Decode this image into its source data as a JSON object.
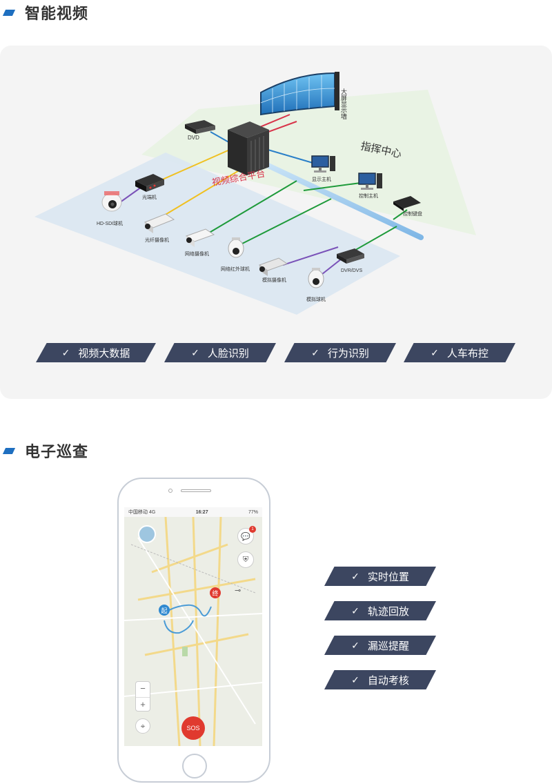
{
  "sections": {
    "video_title": "智能视频",
    "patrol_title": "电子巡查"
  },
  "diagram": {
    "zone_command": "指挥中心",
    "platform": "视频综合平台",
    "devices": {
      "video_wall": "大屏显示墙",
      "dvd": "DVD",
      "display_host": "显示主机",
      "control_host": "控制主机",
      "control_keyboard": "控制键盘",
      "optical_terminal": "光端机",
      "hd_sdi_dome": "HD-SDI球机",
      "fiber_camera": "光纤摄像机",
      "network_camera": "网络摄像机",
      "network_ir_dome": "网络红外球机",
      "analog_camera": "模拟摄像机",
      "analog_dome": "模拟球机",
      "dvr_dvs": "DVR/DVS"
    }
  },
  "video_tags": [
    "视频大数据",
    "人脸识别",
    "行为识别",
    "人车布控"
  ],
  "patrol_tags": [
    "实时位置",
    "轨迹回放",
    "漏巡提醒",
    "自动考核"
  ],
  "phone": {
    "carrier": "中国移动",
    "network": "4G",
    "time": "16:27",
    "battery": "77%",
    "start_label": "起",
    "end_label": "终",
    "sos_label": "SOS",
    "zoom_in": "+",
    "zoom_out": "−",
    "badge_count": "1"
  },
  "colors": {
    "accent": "#1e6fc0",
    "tag_bg": "#3c4660",
    "line_yellow": "#f0c020",
    "line_green": "#1e9a3a",
    "line_purple": "#7a52b8",
    "line_red": "#d8344a",
    "line_blue": "#2a7fc8",
    "platform_text": "#d8344a",
    "sos": "#e03a2f"
  }
}
